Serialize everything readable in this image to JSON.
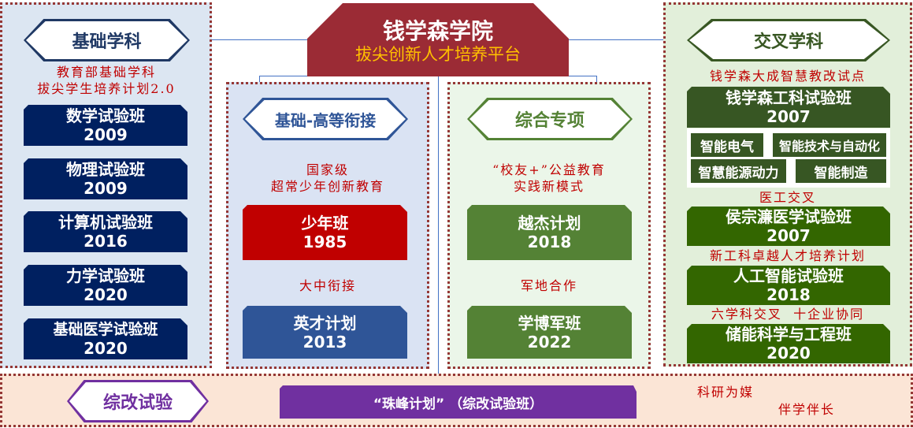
{
  "header": {
    "title": "钱学森学院",
    "subtitle": "拔尖创新人才培养平台"
  },
  "colors": {
    "navy": "#002060",
    "red": "#c00000",
    "blue": "#2f5597",
    "green": "#548235",
    "darkgreen": "#375623",
    "green2": "#336600",
    "purple": "#7030a0",
    "maroon": "#9b2b35",
    "gold": "#ffc000"
  },
  "basic": {
    "label": "基础学科",
    "note": [
      "教育部基础学科",
      "拔尖学生培养计划2.0"
    ],
    "classes": [
      {
        "name": "数学试验班",
        "year": "2009"
      },
      {
        "name": "物理试验班",
        "year": "2009"
      },
      {
        "name": "计算机试验班",
        "year": "2016"
      },
      {
        "name": "力学试验班",
        "year": "2020"
      },
      {
        "name": "基础医学试验班",
        "year": "2020"
      }
    ]
  },
  "bridge": {
    "label": "基础-高等衔接",
    "note": [
      "国家级",
      "超常少年创新教育"
    ],
    "class1": {
      "name": "少年班",
      "year": "1985"
    },
    "note2": "大中衔接",
    "class2": {
      "name": "英才计划",
      "year": "2013"
    }
  },
  "special": {
    "label": "综合专项",
    "note": [
      "“校友+”公益教育",
      "实践新模式"
    ],
    "class1": {
      "name": "越杰计划",
      "year": "2018"
    },
    "note2": "军地合作",
    "class2": {
      "name": "学博军班",
      "year": "2022"
    }
  },
  "cross": {
    "label": "交叉学科",
    "note1": "钱学森大成智慧教改试点",
    "class1": {
      "name": "钱学森工科试验班",
      "year": "2007"
    },
    "subs": [
      "智能电气",
      "智能技术与自动化",
      "智慧能源动力",
      "智能制造"
    ],
    "note2": "医工交叉",
    "class2": {
      "name": "侯宗濂医学试验班",
      "year": "2007"
    },
    "note3": "新工科卓越人才培养计划",
    "class3": {
      "name": "人工智能试验班",
      "year": "2018"
    },
    "note4": "六学科交叉  十企业协同",
    "class4": {
      "name": "储能科学与工程班",
      "year": "2020"
    }
  },
  "reform": {
    "label": "综改试验",
    "bar": "“珠峰计划” （综改试验班）",
    "note1": "科研为媒",
    "note2": "伴学伴长"
  }
}
